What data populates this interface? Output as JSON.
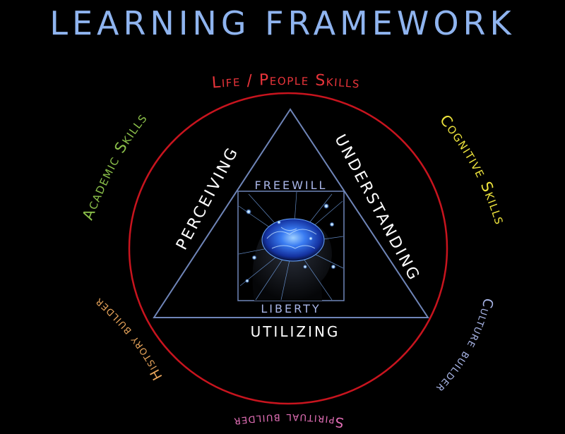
{
  "title": "LEARNING FRAMEWORK",
  "outer_labels": {
    "top": "Life / People Skills",
    "upper_left": "Academic Skills",
    "upper_right": "Cognitive Skills",
    "lower_left": "History builder",
    "lower_right": "Culture builder",
    "bottom": "Spiritual builder"
  },
  "triangle_labels": {
    "left": "PERCEIVING",
    "right": "UNDERSTANDING",
    "bottom": "UTILIZING"
  },
  "center_box": {
    "top": "FREEWILL",
    "bottom": "LIBERTY",
    "image": "glowing-brain-icon"
  },
  "colors": {
    "background": "#000000",
    "title": "#8fb4ef",
    "ellipse": "#c8141e",
    "triangle": "#6f85b8",
    "life_people": "#e8343a",
    "academic": "#8bc04a",
    "cognitive": "#ece23c",
    "history": "#e6a35a",
    "culture": "#a9b6e8",
    "spiritual": "#e36fb7",
    "triangle_text": "#ffffff",
    "box_text": "#a9b6e8",
    "brain": "#2f6df0"
  }
}
